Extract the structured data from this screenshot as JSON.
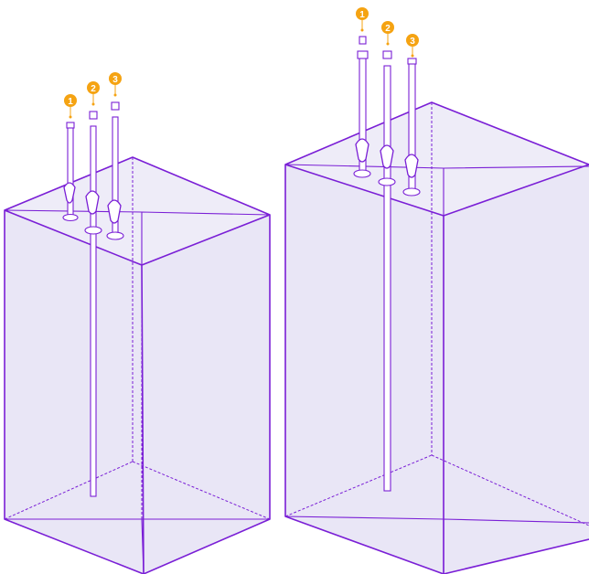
{
  "illustration": {
    "left_view": {
      "callouts": [
        {
          "label": "1"
        },
        {
          "label": "2"
        },
        {
          "label": "3"
        }
      ]
    },
    "right_view": {
      "callouts": [
        {
          "label": "1"
        },
        {
          "label": "2"
        },
        {
          "label": "3"
        }
      ]
    }
  },
  "colors": {
    "line": "#7a1fd6",
    "face": "#e9e6f6",
    "callout": "#f5a312"
  }
}
